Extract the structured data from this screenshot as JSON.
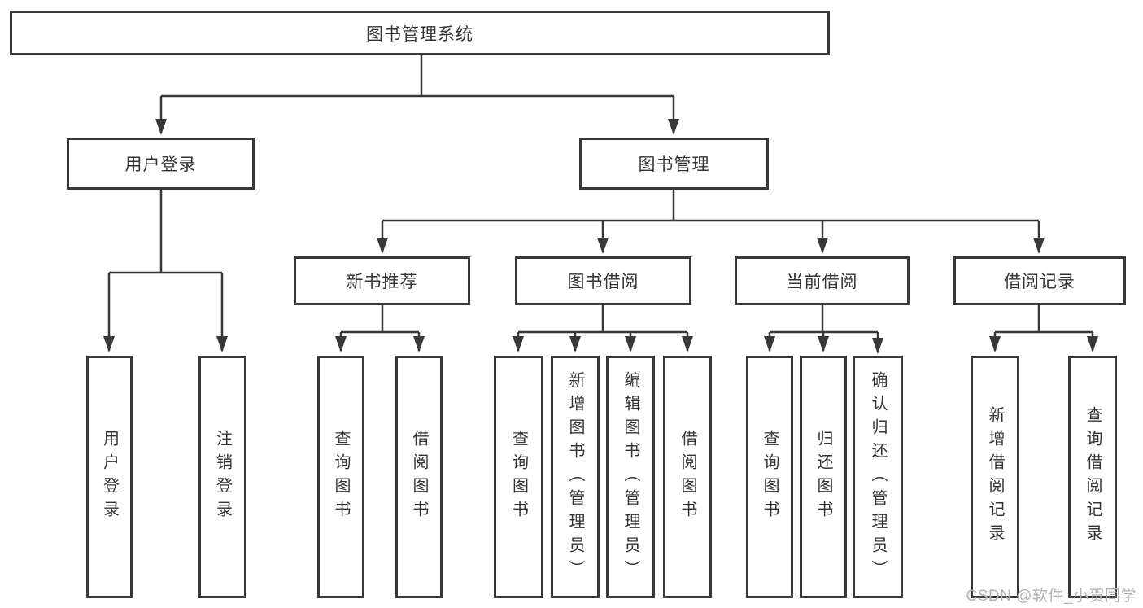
{
  "diagram": {
    "type": "tree-structure-diagram",
    "root": {
      "label": "图书管理系统"
    },
    "level2": {
      "user_login": {
        "label": "用户登录"
      },
      "book_mgmt": {
        "label": "图书管理"
      }
    },
    "level3": {
      "new_book_rec": {
        "label": "新书推荐"
      },
      "book_borrow": {
        "label": "图书借阅"
      },
      "current_borrow": {
        "label": "当前借阅"
      },
      "borrow_records": {
        "label": "借阅记录"
      }
    },
    "leaves": {
      "login_user": "用户登录",
      "login_logout": "注销登录",
      "rec_query": "查询图书",
      "rec_borrow": "借阅图书",
      "bb_query": "查询图书",
      "bb_add": "新增图书（管理员）",
      "bb_edit": "编辑图书（管理员）",
      "bb_borrow": "借阅图书",
      "cb_query": "查询图书",
      "cb_return": "归还图书",
      "cb_confirm": "确认归还（管理员）",
      "br_add": "新增借阅记录",
      "br_query": "查询借阅记录"
    },
    "edges": [
      "图书管理系统→用户登录",
      "图书管理系统→图书管理",
      "用户登录→用户登录",
      "用户登录→注销登录",
      "图书管理→新书推荐",
      "图书管理→图书借阅",
      "图书管理→当前借阅",
      "图书管理→借阅记录",
      "新书推荐→查询图书",
      "新书推荐→借阅图书",
      "图书借阅→查询图书",
      "图书借阅→新增图书（管理员）",
      "图书借阅→编辑图书（管理员）",
      "图书借阅→借阅图书",
      "当前借阅→查询图书",
      "当前借阅→归还图书",
      "当前借阅→确认归还（管理员）",
      "借阅记录→新增借阅记录",
      "借阅记录→查询借阅记录"
    ]
  },
  "colors": {
    "line": "#383838",
    "text": "#333333",
    "background": "#ffffff",
    "watermark": "#b3b3b3"
  },
  "watermark": {
    "text": "CSDN @软件_小贺同学"
  }
}
